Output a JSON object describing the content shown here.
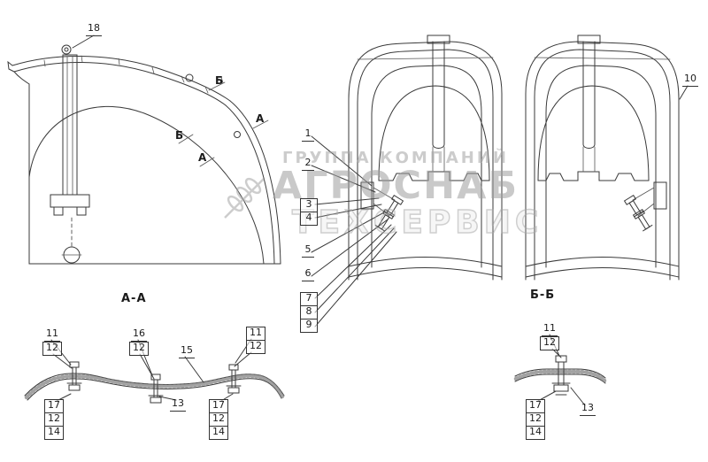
{
  "watermark": {
    "line1": "ГРУППА КОМПАНИЙ",
    "line2": "АГРОСНАБ",
    "line3": "ТЕХСЕРВИС"
  },
  "sections": {
    "aa": "А-А",
    "bb": "Б-Б"
  },
  "markers": {
    "a": "А",
    "b": "Б"
  },
  "callouts": {
    "n1": "1",
    "n2": "2",
    "n3": "3",
    "n4": "4",
    "n5": "5",
    "n6": "6",
    "n7": "7",
    "n8": "8",
    "n9": "9",
    "n10": "10",
    "n11": "11",
    "n12": "12",
    "n13": "13",
    "n14": "14",
    "n15": "15",
    "n16": "16",
    "n17": "17",
    "n18": "18"
  }
}
